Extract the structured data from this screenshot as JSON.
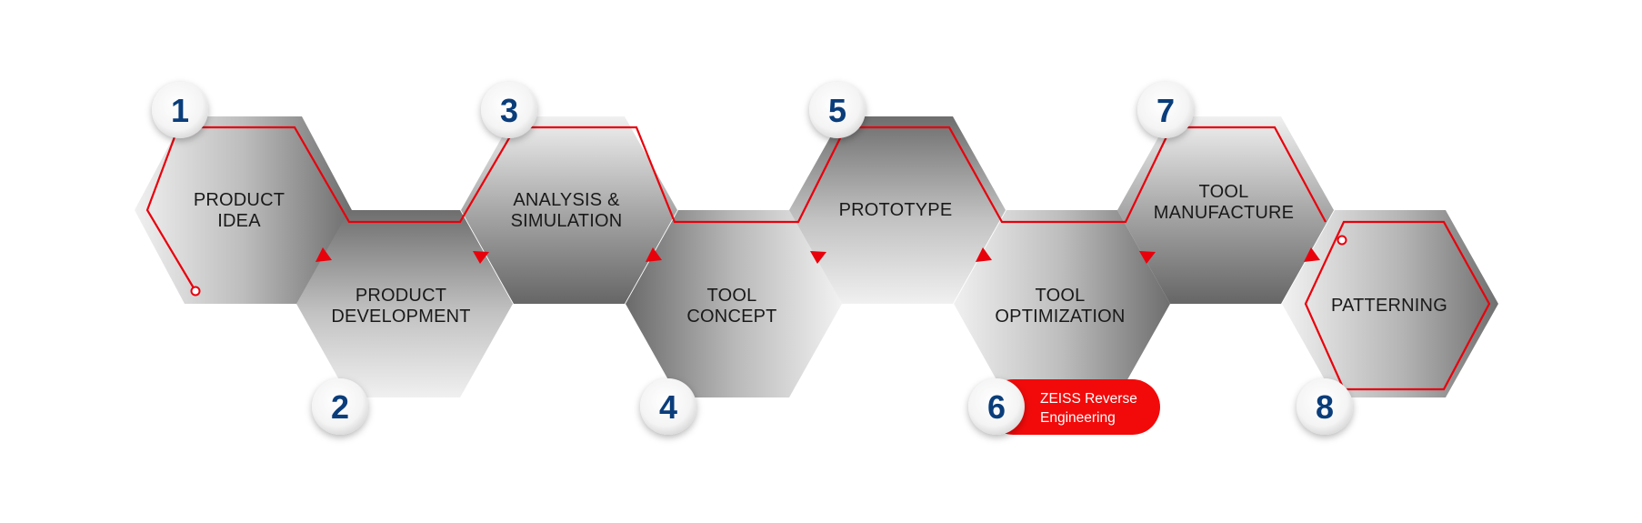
{
  "steps": [
    {
      "number": "1",
      "line1": "PRODUCT",
      "line2": "IDEA"
    },
    {
      "number": "2",
      "line1": "PRODUCT",
      "line2": "DEVELOPMENT"
    },
    {
      "number": "3",
      "line1": "ANALYSIS &",
      "line2": "SIMULATION"
    },
    {
      "number": "4",
      "line1": "TOOL",
      "line2": "CONCEPT"
    },
    {
      "number": "5",
      "line1": "PROTOTYPE",
      "line2": ""
    },
    {
      "number": "6",
      "line1": "TOOL",
      "line2": "OPTIMIZATION"
    },
    {
      "number": "7",
      "line1": "TOOL",
      "line2": "MANUFACTURE"
    },
    {
      "number": "8",
      "line1": "PATTERNING",
      "line2": ""
    }
  ],
  "badge": {
    "line1": "ZEISS Reverse",
    "line2": "Engineering"
  },
  "colors": {
    "accent_red": "#e8000b",
    "number_blue": "#0a3d7a",
    "badge_red": "#f20a0a"
  }
}
